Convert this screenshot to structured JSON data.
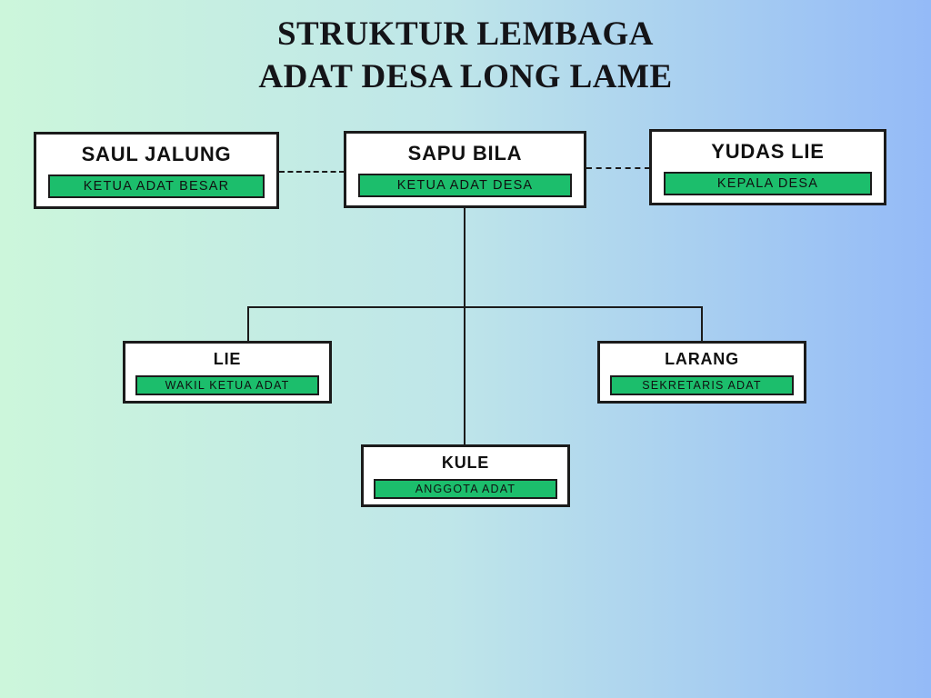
{
  "title": {
    "line1": "STRUKTUR LEMBAGA",
    "line2": "ADAT DESA LONG LAME"
  },
  "colors": {
    "background_left": "#ccf6db",
    "background_right": "#94baf7",
    "node_background": "#ffffff",
    "role_badge_background": "#1cbe6c",
    "line_color": "#1b1b1b",
    "text_color": "#141418"
  },
  "nodes": [
    {
      "id": "saul-jalung",
      "name": "SAUL JALUNG",
      "role": "KETUA ADAT BESAR"
    },
    {
      "id": "sapu-bila",
      "name": "SAPU BILA",
      "role": "KETUA ADAT DESA"
    },
    {
      "id": "yudas-lie",
      "name": "YUDAS LIE",
      "role": "KEPALA DESA"
    },
    {
      "id": "lie",
      "name": "LIE",
      "role": "WAKIL KETUA ADAT"
    },
    {
      "id": "larang",
      "name": "LARANG",
      "role": "SEKRETARIS ADAT"
    },
    {
      "id": "kule",
      "name": "KULE",
      "role": "ANGGOTA ADAT"
    }
  ],
  "connections": [
    {
      "from": "saul-jalung",
      "to": "sapu-bila",
      "style": "dashed"
    },
    {
      "from": "sapu-bila",
      "to": "yudas-lie",
      "style": "dashed"
    },
    {
      "from": "sapu-bila",
      "to": "lie",
      "style": "solid"
    },
    {
      "from": "sapu-bila",
      "to": "larang",
      "style": "solid"
    },
    {
      "from": "sapu-bila",
      "to": "kule",
      "style": "solid"
    }
  ]
}
